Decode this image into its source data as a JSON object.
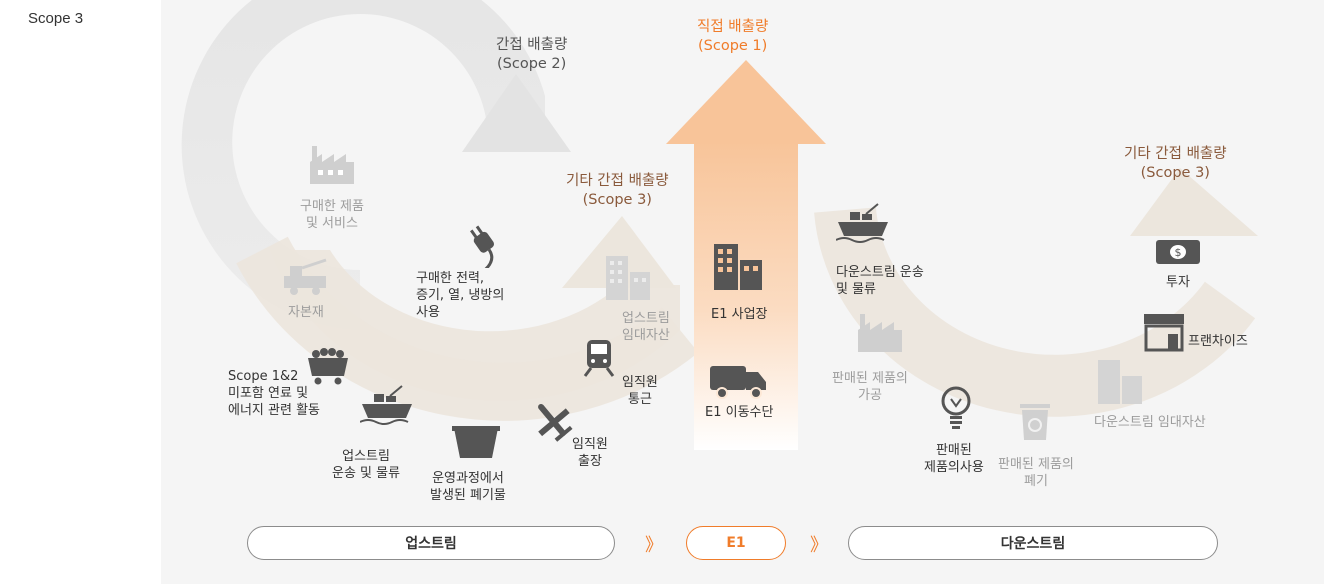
{
  "side_label": "Scope 3",
  "headings": {
    "scope2": {
      "title": "간접 배출량",
      "sub": "(Scope 2)"
    },
    "scope1": {
      "title": "직접 배출량",
      "sub": "(Scope 1)"
    },
    "scope3_up": {
      "title": "기타 간접 배출량",
      "sub": "(Scope 3)"
    },
    "scope3_down": {
      "title": "기타 간접 배출량",
      "sub": "(Scope 3)"
    }
  },
  "upstream": {
    "purchased_goods": [
      "구매한 제품",
      "및 서비스"
    ],
    "capital_goods": "자본재",
    "fuel_energy": [
      "Scope 1&2",
      "미포함 연료 및",
      "에너지 관련 활동"
    ],
    "up_transport": [
      "업스트림",
      "운송 및 물류"
    ],
    "waste": [
      "운영과정에서",
      "발생된 폐기물"
    ],
    "business_travel": [
      "임직원",
      "출장"
    ],
    "commuting": [
      "임직원",
      "통근"
    ],
    "up_leased": [
      "업스트림",
      "임대자산"
    ],
    "purchased_power": [
      "구매한 전력,",
      "증기, 열, 냉방의",
      "사용"
    ]
  },
  "direct": {
    "sites": "E1 사업장",
    "vehicles": "E1 이동수단"
  },
  "downstream": {
    "down_transport": [
      "다운스트림 운송",
      "및 물류"
    ],
    "processing": [
      "판매된 제품의",
      "가공"
    ],
    "use": [
      "판매된",
      "제품의사용"
    ],
    "end_of_life": [
      "판매된 제품의",
      "폐기"
    ],
    "down_leased": "다운스트림 임대자산",
    "franchise": "프랜차이즈",
    "investment": "투자"
  },
  "bottom": {
    "upstream_label": "업스트림",
    "e1_label": "E1",
    "downstream_label": "다운스트림",
    "chevron": "》"
  },
  "colors": {
    "orange": "#f07c2a",
    "arrow_orange": "#f8c499",
    "beige": "#ece6dd",
    "gray_arc": "#e2e2e2",
    "dim_icon": "#c8c8c8",
    "dark_icon": "#555555"
  }
}
